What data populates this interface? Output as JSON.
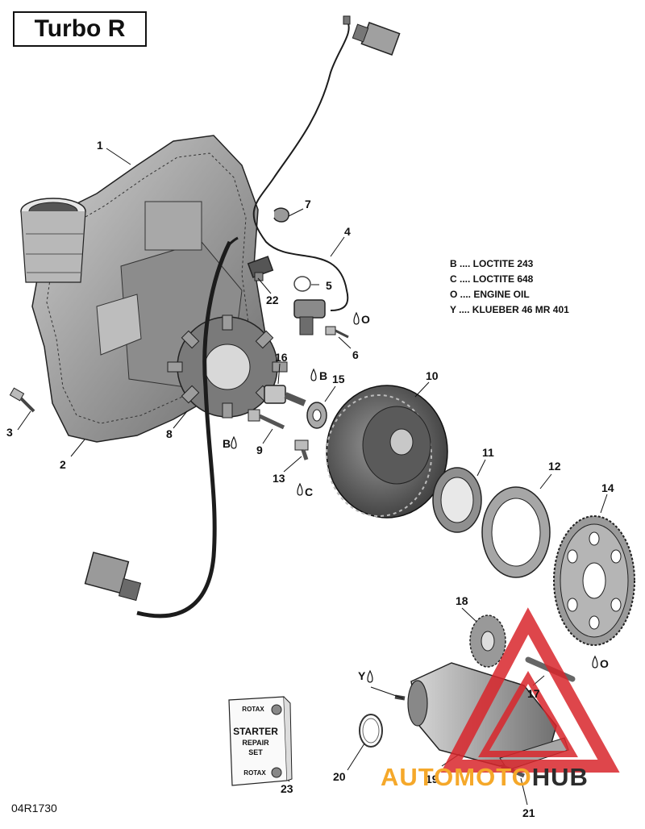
{
  "title": "Turbo R",
  "diagram_code": "04R1730",
  "legend": [
    {
      "code": "B",
      "text": "B .... LOCTITE 243"
    },
    {
      "code": "C",
      "text": "C .... LOCTITE 648"
    },
    {
      "code": "O",
      "text": "O .... ENGINE OIL"
    },
    {
      "code": "Y",
      "text": "Y .... KLUEBER 46 MR 401"
    }
  ],
  "callouts": {
    "c1": "1",
    "c2": "2",
    "c3": "3",
    "c4": "4",
    "c5": "5",
    "c6": "6",
    "c7": "7",
    "c8": "8",
    "c9": "9",
    "c10": "10",
    "c11": "11",
    "c12": "12",
    "c13": "13",
    "c14": "14",
    "c15": "15",
    "c16": "16",
    "c17": "17",
    "c18": "18",
    "c19": "19",
    "c20": "20",
    "c21": "21",
    "c22": "22",
    "c23": "23"
  },
  "lube_marks": {
    "m6": "O",
    "m9": "B",
    "m13": "C",
    "m16": "B",
    "m17": "O",
    "mY": "Y"
  },
  "repair_card": {
    "brand_top": "ROTAX",
    "line1": "STARTER",
    "line2": "REPAIR",
    "line3": "SET",
    "brand_bottom": "ROTAX"
  },
  "watermark": {
    "part1": "AUTOMOTO",
    "part2": "HUB"
  },
  "colors": {
    "watermark_orange": "#f5a82a",
    "watermark_red": "#d9262c",
    "watermark_dark": "#2c2c2c"
  }
}
